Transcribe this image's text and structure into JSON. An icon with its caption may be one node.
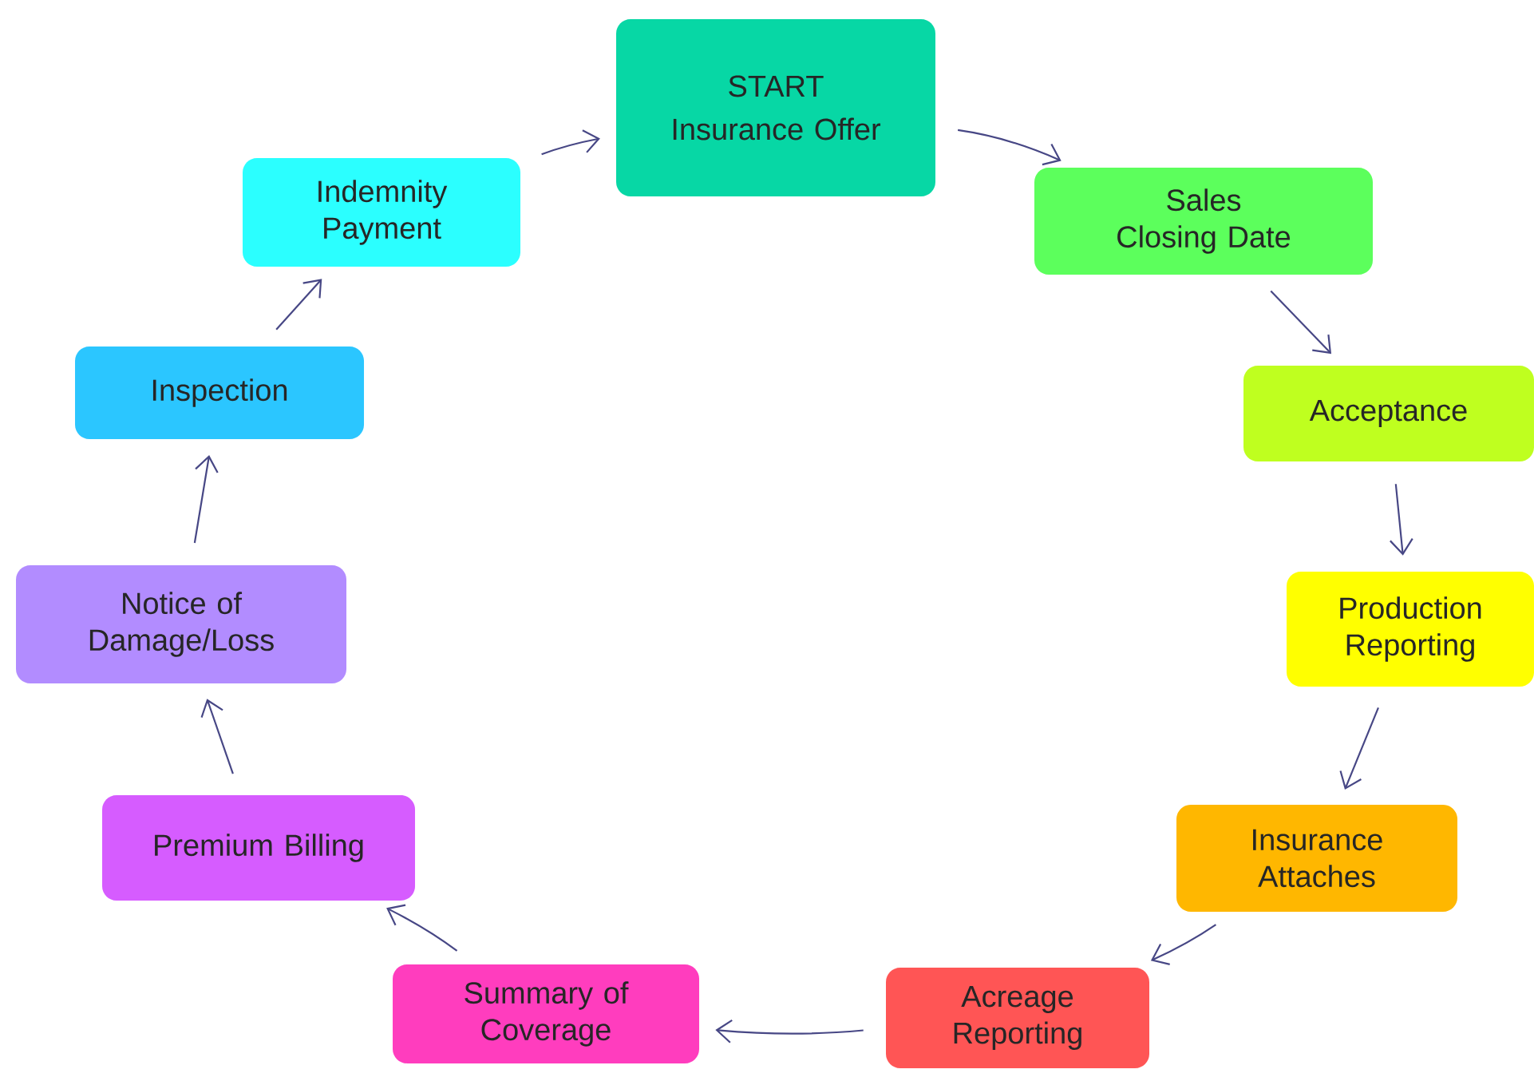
{
  "diagram": {
    "nodes": [
      {
        "text": [
          "START",
          "Insurance Offer"
        ]
      },
      {
        "text": [
          "Sales Closing Date"
        ]
      },
      {
        "text": [
          "Acceptance"
        ]
      },
      {
        "text": [
          "Production Reporting"
        ]
      },
      {
        "text": [
          "Insurance Attaches"
        ]
      },
      {
        "text": [
          "Acreage Reporting"
        ]
      },
      {
        "text": [
          "Summary of Coverage"
        ]
      },
      {
        "text": [
          "Premium Billing"
        ]
      },
      {
        "text": [
          "Notice of Damage/Loss"
        ]
      },
      {
        "text": [
          "Inspection"
        ]
      },
      {
        "text": [
          "Indemnity Payment"
        ]
      }
    ],
    "edges": [
      {
        "from": 0,
        "to": 1,
        "arrow": "to"
      },
      {
        "from": 1,
        "to": 2,
        "arrow": "to"
      },
      {
        "from": 2,
        "to": 3,
        "arrow": "to"
      },
      {
        "from": 3,
        "to": 4,
        "arrow": "to"
      },
      {
        "from": 4,
        "to": 5,
        "arrow": "to"
      },
      {
        "from": 5,
        "to": 6,
        "arrow": "to"
      },
      {
        "from": 6,
        "to": 7,
        "arrow": "to"
      },
      {
        "from": 7,
        "to": 8,
        "arrow": "to"
      },
      {
        "from": 8,
        "to": 9,
        "arrow": "to"
      },
      {
        "from": 9,
        "to": 10,
        "arrow": "to"
      },
      {
        "from": 10,
        "to": 0,
        "arrow": "to"
      }
    ]
  }
}
